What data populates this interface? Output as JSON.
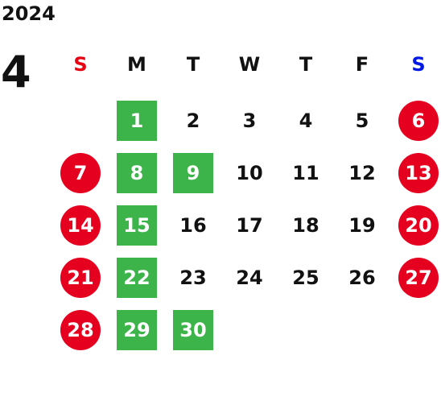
{
  "year": "2024",
  "month": "4",
  "colors": {
    "text": "#111111",
    "sunday_header": "#e60012",
    "saturday_header": "#0018e6",
    "holiday_circle": "#e60020",
    "closed_square": "#3cb44a"
  },
  "weekdays": [
    {
      "label": "S",
      "color": "#e60012"
    },
    {
      "label": "M",
      "color": "#111111"
    },
    {
      "label": "T",
      "color": "#111111"
    },
    {
      "label": "W",
      "color": "#111111"
    },
    {
      "label": "T",
      "color": "#111111"
    },
    {
      "label": "F",
      "color": "#111111"
    },
    {
      "label": "S",
      "color": "#0018e6"
    }
  ],
  "first_weekday_index": 1,
  "days": [
    {
      "n": "1",
      "style": "green"
    },
    {
      "n": "2",
      "style": "plain"
    },
    {
      "n": "3",
      "style": "plain"
    },
    {
      "n": "4",
      "style": "plain"
    },
    {
      "n": "5",
      "style": "plain"
    },
    {
      "n": "6",
      "style": "red"
    },
    {
      "n": "7",
      "style": "red"
    },
    {
      "n": "8",
      "style": "green"
    },
    {
      "n": "9",
      "style": "green"
    },
    {
      "n": "10",
      "style": "plain"
    },
    {
      "n": "11",
      "style": "plain"
    },
    {
      "n": "12",
      "style": "plain"
    },
    {
      "n": "13",
      "style": "red"
    },
    {
      "n": "14",
      "style": "red"
    },
    {
      "n": "15",
      "style": "green"
    },
    {
      "n": "16",
      "style": "plain"
    },
    {
      "n": "17",
      "style": "plain"
    },
    {
      "n": "18",
      "style": "plain"
    },
    {
      "n": "19",
      "style": "plain"
    },
    {
      "n": "20",
      "style": "red"
    },
    {
      "n": "21",
      "style": "red"
    },
    {
      "n": "22",
      "style": "green"
    },
    {
      "n": "23",
      "style": "plain"
    },
    {
      "n": "24",
      "style": "plain"
    },
    {
      "n": "25",
      "style": "plain"
    },
    {
      "n": "26",
      "style": "plain"
    },
    {
      "n": "27",
      "style": "red"
    },
    {
      "n": "28",
      "style": "red"
    },
    {
      "n": "29",
      "style": "green"
    },
    {
      "n": "30",
      "style": "green"
    }
  ]
}
